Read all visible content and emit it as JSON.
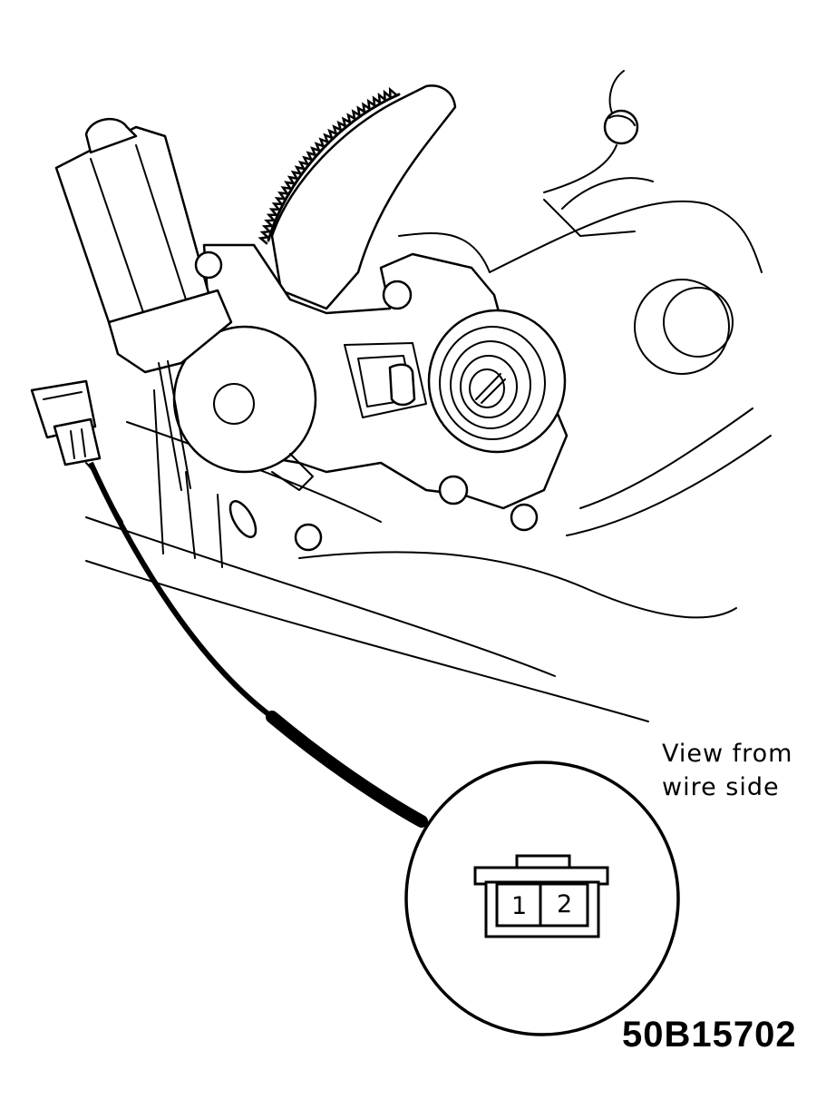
{
  "caption": {
    "line1": "View from",
    "line2": "wire side"
  },
  "connector": {
    "pin1": "1",
    "pin2": "2"
  },
  "figure_id": "50B15702"
}
